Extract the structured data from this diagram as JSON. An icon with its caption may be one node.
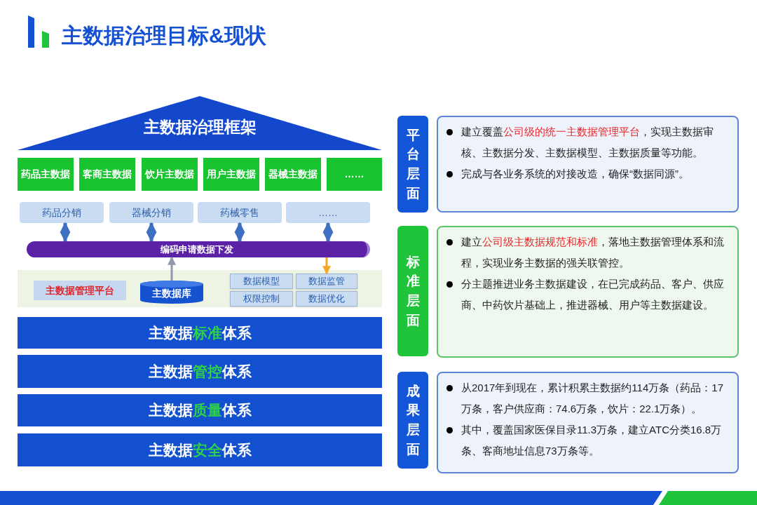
{
  "diagram": {
    "title": "主数据治理目标&现状",
    "nodes": [
      {
        "text": [
          "主数据治理框架"
        ]
      },
      {
        "text": [
          "药品主数据"
        ]
      },
      {
        "text": [
          "客商主数据"
        ]
      },
      {
        "text": [
          "饮片主数据"
        ]
      },
      {
        "text": [
          "用户主数据"
        ]
      },
      {
        "text": [
          "器械主数据"
        ]
      },
      {
        "text": [
          "……"
        ]
      },
      {
        "text": [
          "药品分销"
        ]
      },
      {
        "text": [
          "器械分销"
        ]
      },
      {
        "text": [
          "药械零售"
        ]
      },
      {
        "text": [
          "……"
        ]
      },
      {
        "text": [
          "编码申请数据下发"
        ]
      },
      {
        "text": [],
        "shape": "box"
      },
      {
        "text": [
          "主数据管理平台"
        ],
        "in": 12
      },
      {
        "text": [
          "主数据库"
        ],
        "in": 12
      },
      {
        "text": [
          "数据模型"
        ],
        "in": 12
      },
      {
        "text": [
          "数据监管"
        ],
        "in": 12
      },
      {
        "text": [
          "权限控制"
        ],
        "in": 12
      },
      {
        "text": [
          "数据优化"
        ],
        "in": 12
      },
      {
        "text": [
          "主数据**标准**体系"
        ]
      },
      {
        "text": [
          "主数据**管控**体系"
        ]
      },
      {
        "text": [
          "主数据**质量**体系"
        ]
      },
      {
        "text": [
          "主数据**安全**体系"
        ]
      },
      {
        "text": [
          "平台层面"
        ]
      },
      {
        "text": [
          "建立覆盖**公司级的统一主数据管理平台**，实现主数据审核、主数据分发、主数据模型、主数据质量等功能。",
          "完成与各业务系统的对接改造，确保“数据同源”。"
        ]
      },
      {
        "text": [
          "标准层面"
        ]
      },
      {
        "text": [
          "建立**公司级主数据规范和标准**，落地主数据管理体系和流程，实现业务主数据的强关联管控。",
          "分主题推进业务主数据建设，在已完成药品、客户、供应商、中药饮片基础上，推进器械、用户等主数据建设。"
        ]
      },
      {
        "text": [
          "成果层面"
        ]
      },
      {
        "text": [
          "从2017年到现在，累计积累主数据约114万条（药品：17万条，客户供应商：74.6万条，饮片：22.1万条）。",
          "其中，覆盖国家医保目录11.3万条，建立ATC分类16.8万条、客商地址信息73万条等。"
        ]
      }
    ],
    "edges": [
      {
        "from": 7,
        "to": 11,
        "arrow": "both"
      },
      {
        "from": 8,
        "to": 11,
        "arrow": "both"
      },
      {
        "from": 9,
        "to": 11,
        "arrow": "both"
      },
      {
        "from": 10,
        "to": 11,
        "arrow": "both"
      },
      {
        "from": 14,
        "to": 11,
        "arrow": "to",
        "color": "#8e9aa8"
      },
      {
        "from": 11,
        "to": 16,
        "arrow": "to",
        "color": "#f5a623"
      }
    ]
  }
}
